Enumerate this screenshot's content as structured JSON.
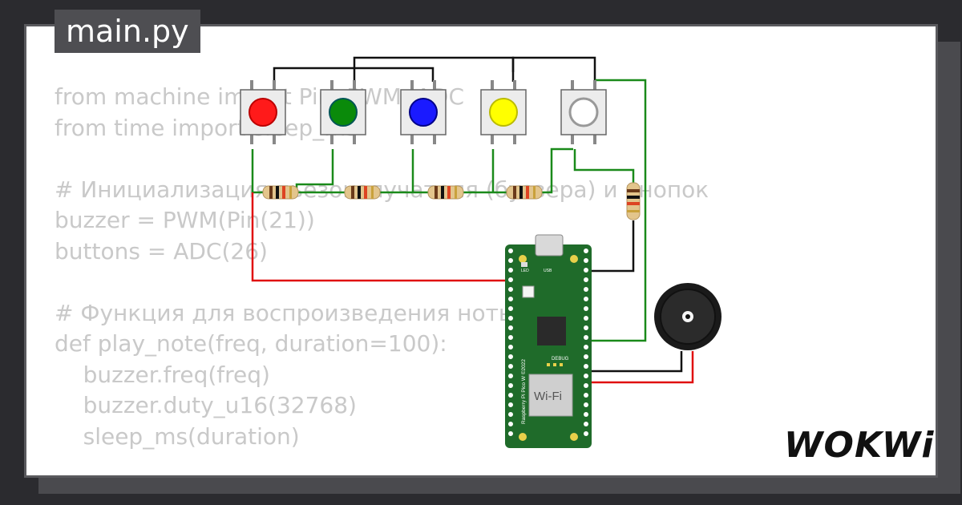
{
  "editor": {
    "file_name": "main.py",
    "code_lines": [
      "from machine import Pin, PWM, ADC",
      "from time import sleep_ms",
      "",
      "# Инициализация пьезоизлучателя (буззера) и кнопок",
      "buzzer = PWM(Pin(21))",
      "buttons = ADC(26)",
      "",
      "# Функция для воспроизведения ноты",
      "def play_note(freq, duration=100):",
      "    buzzer.freq(freq)",
      "    buzzer.duty_u16(32768)",
      "    sleep_ms(duration)"
    ]
  },
  "circuit": {
    "buttons": [
      {
        "name": "red",
        "color": "#ff1a1a"
      },
      {
        "name": "green",
        "color": "#0a8a0a"
      },
      {
        "name": "blue",
        "color": "#1a1aff"
      },
      {
        "name": "yellow",
        "color": "#ffff00"
      },
      {
        "name": "white",
        "color": "#ffffff"
      }
    ],
    "board": {
      "name": "Raspberry Pi Pico W ©2022",
      "wifi_label": "Wi-Fi",
      "usb_label": "USB",
      "led_label": "LED",
      "debug_label": "DEBUG",
      "board_color": "#1f6b2a"
    },
    "wire_colors": {
      "green": "#1a8a1a",
      "black": "#111111",
      "red": "#e01010"
    }
  },
  "brand": {
    "logo": "WOKWi"
  }
}
